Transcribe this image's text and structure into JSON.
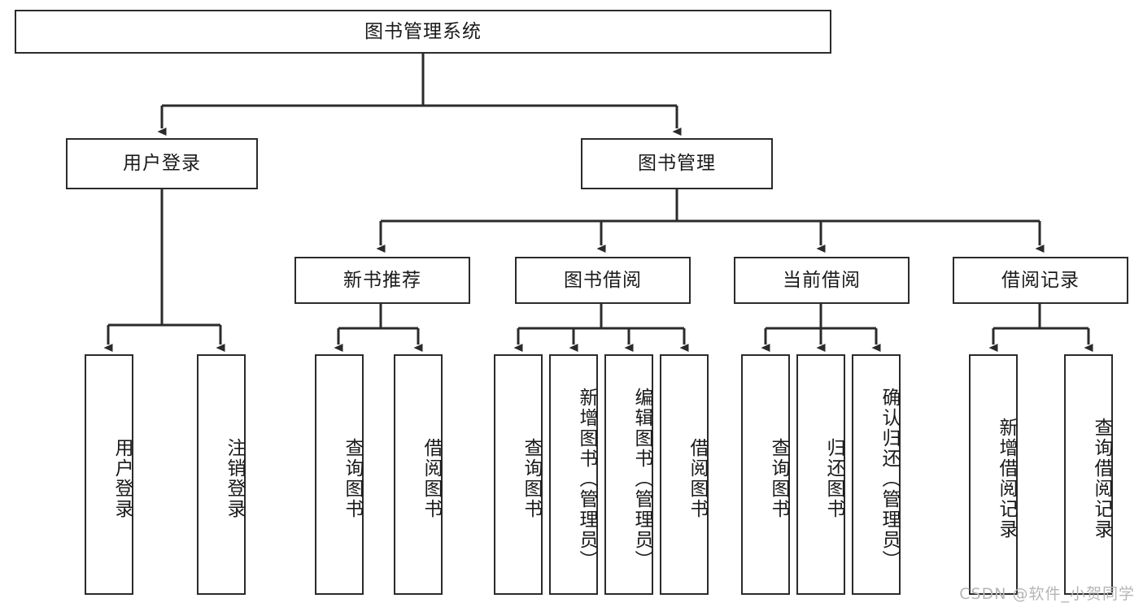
{
  "diagram": {
    "type": "tree",
    "title": "图书管理系统",
    "watermark": "CSDN @软件_小贺同学",
    "colors": {
      "stroke": "#2b2b2b",
      "fill": "#ffffff",
      "text": "#1a1a1a",
      "watermark": "#b5b5b5"
    },
    "nodes": {
      "root": {
        "label": "图书管理系统"
      },
      "level2": [
        {
          "label": "用户登录"
        },
        {
          "label": "图书管理"
        }
      ],
      "level3": [
        {
          "label": "新书推荐"
        },
        {
          "label": "图书借阅"
        },
        {
          "label": "当前借阅"
        },
        {
          "label": "借阅记录"
        }
      ],
      "leaves_user_login": [
        {
          "label": "用户登录"
        },
        {
          "label": "注销登录"
        }
      ],
      "leaves_new_book": [
        {
          "label": "查询图书"
        },
        {
          "label": "借阅图书"
        }
      ],
      "leaves_borrow": [
        {
          "label": "查询图书"
        },
        {
          "label": "新增图书（管理员）"
        },
        {
          "label": "编辑图书（管理员）"
        },
        {
          "label": "借阅图书"
        }
      ],
      "leaves_current": [
        {
          "label": "查询图书"
        },
        {
          "label": "归还图书"
        },
        {
          "label": "确认归还（管理员）"
        }
      ],
      "leaves_record": [
        {
          "label": "新增借阅记录"
        },
        {
          "label": "查询借阅记录"
        }
      ]
    }
  }
}
